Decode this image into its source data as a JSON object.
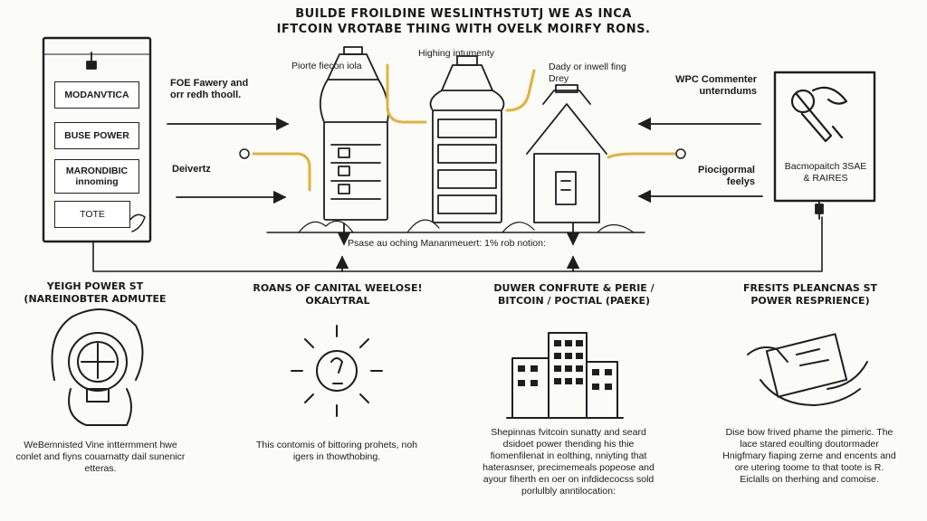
{
  "title": {
    "line1": "BUILDE FROILDINE WESLINTHSTUTJ WE AS INCA",
    "line2": "IFTCOIN VROTABE THING WITH OVELK MOIRFY RONS."
  },
  "left_panel": {
    "items": [
      "MODANVTICA",
      "BUSE POWER",
      "MARONDIBIC innoming",
      "TOTE"
    ]
  },
  "left_labels": {
    "top": "FOE Fawery and orr redh thooll.",
    "bottom": "Deivertz"
  },
  "center_labels": {
    "left": "Piorte fiecon iola",
    "top": "Highing intumenty",
    "right_line1": "Dady or inwell fing",
    "right_line2": "Drey",
    "baseline": "Psase au oching Mananmeuert: 1% rob notion:"
  },
  "right_labels": {
    "top": "WPC Commenter unterndums",
    "bottom": "Piocigormal feelys"
  },
  "right_panel": {
    "text": "Bacmopaitch 3SAE & RAIRES"
  },
  "columns": [
    {
      "caption": "YEIGH POWER ST (NAREINOBTER ADMUTEE",
      "description": "WeBemnisted Vine inttermment hwe conlet and fiyns couarnatty dail sunenicr etteras."
    },
    {
      "caption": "ROANS OF CANITAL WEELOSE! OKALYTRAL",
      "description": "This contomis of bittoring prohets, noh igers in thowthobing."
    },
    {
      "caption": "DUWER CONFRUTE & PERIE / BITCOIN / POCTIAL (PAEKE)",
      "description": "Shepinnas fvitcoin sunatty and seard dsidoet power thending his thie fiomenfilenat in eolthing, nniyting that haterasnser, precimemeals popeose and ayour fiherth en oer on infdidecocss sold porlulbly anntilocation:"
    },
    {
      "caption": "FRESITS PLEANCNAS ST POWER RESPRIENCE)",
      "description": "Dise bow frived phame the pimeric. The lace stared eoulting doutormader Hnigfmary fiaping zerne and encents and ore utering toome to that toote is R. Eiclalls on therhing and comoise."
    }
  ],
  "colors": {
    "ink": "#1e1e1e",
    "accent": "#e3b23c",
    "paper": "#ffffff"
  }
}
